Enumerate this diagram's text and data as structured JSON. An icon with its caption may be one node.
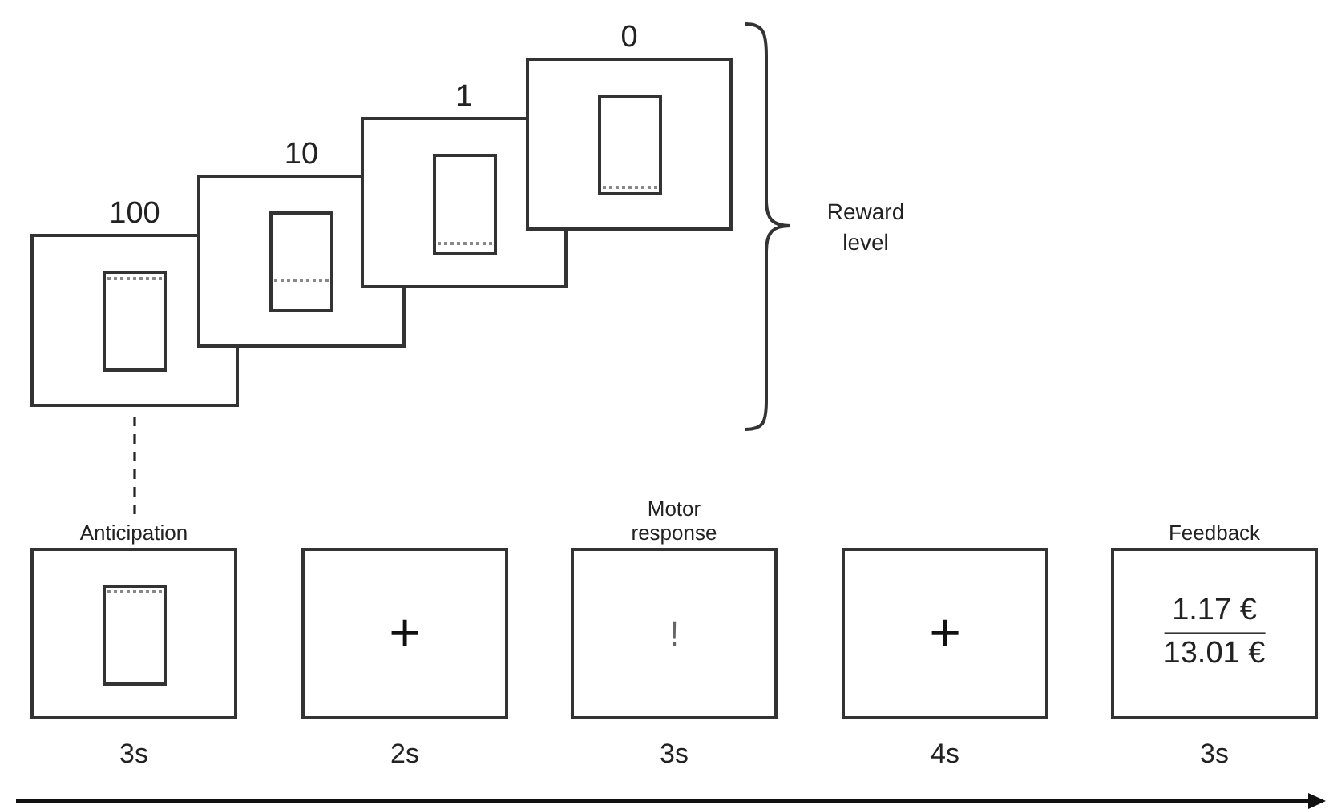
{
  "diagram": {
    "nodes": [
      {
        "text": [
          "100"
        ]
      },
      {
        "text": [
          "10"
        ]
      },
      {
        "text": [
          "1"
        ]
      },
      {
        "text": [
          "0"
        ]
      },
      {
        "text": [
          "Anticipation"
        ],
        "beside": [
          "3s"
        ]
      },
      {
        "text": [
          "+"
        ],
        "beside": [
          "2s"
        ]
      },
      {
        "text": [
          "Motor response",
          "!"
        ],
        "beside": [
          "3s"
        ]
      },
      {
        "text": [
          "+"
        ],
        "beside": [
          "4s"
        ]
      },
      {
        "text": [
          "Feedback",
          "1.17 €",
          "13.01 €"
        ],
        "beside": [
          "3s"
        ]
      }
    ],
    "edges": [
      {
        "from": 0,
        "to": 4,
        "arrow": "none",
        "style": "dashed"
      }
    ],
    "labels": [
      "Reward level"
    ]
  }
}
